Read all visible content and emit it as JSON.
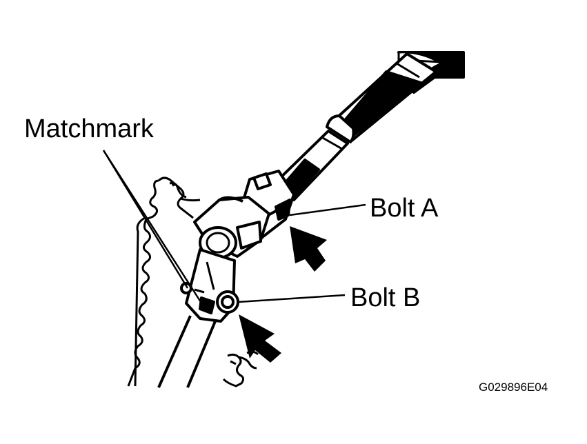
{
  "labels": {
    "matchmark": "Matchmark",
    "bolt_a": "Bolt A",
    "bolt_b": "Bolt B"
  },
  "figure_code": "G029896E04",
  "colors": {
    "ink": "#000000",
    "paper": "#ffffff"
  }
}
